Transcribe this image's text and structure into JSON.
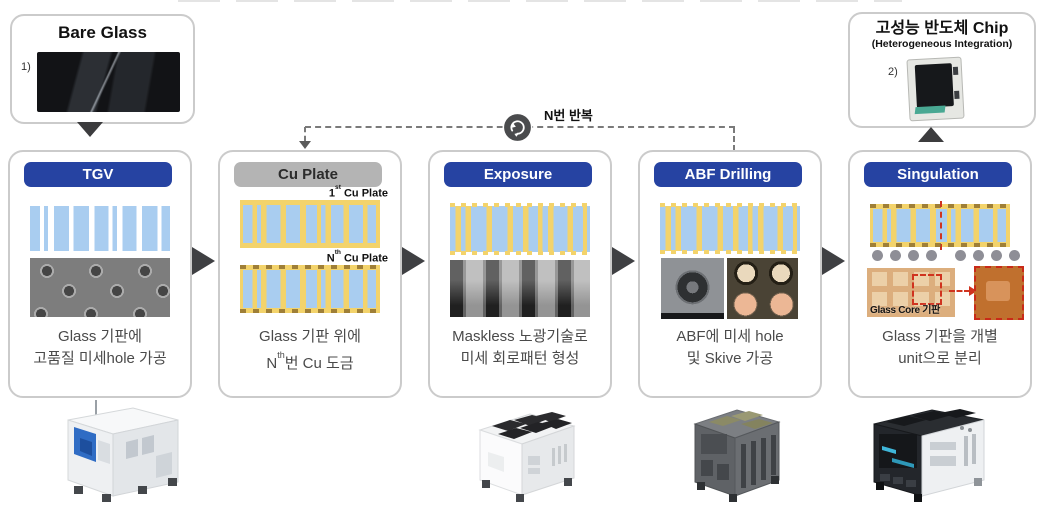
{
  "source_box": {
    "title": "Bare Glass",
    "footnote": "1)"
  },
  "result_box": {
    "title": "고성능 반도체 Chip",
    "subtitle": "(Heterogeneous Integration)",
    "footnote": "2)"
  },
  "loop": {
    "label": "N번 반복",
    "icon": "refresh-circular-arrows-icon"
  },
  "steps": [
    {
      "title": "TGV",
      "header_style": "blue",
      "desc1": "Glass 기판에",
      "desc2": "고품질 미세hole 가공"
    },
    {
      "title": "Cu Plate",
      "header_style": "gray",
      "plate1": {
        "num": "1",
        "sup": "st",
        "rest": " Cu Plate"
      },
      "plateN": {
        "num": "N",
        "sup": "th",
        "rest": " Cu Plate"
      },
      "desc1": "Glass 기판 위에",
      "desc2": {
        "pre": "N",
        "sup": "th",
        "post": "번 Cu 도금"
      }
    },
    {
      "title": "Exposure",
      "header_style": "blue",
      "desc1": "Maskless 노광기술로",
      "desc2": "미세 회로패턴 형성"
    },
    {
      "title": "ABF Drilling",
      "header_style": "blue",
      "desc1": "ABF에 미세 hole",
      "desc2": "및 Skive 가공"
    },
    {
      "title": "Singulation",
      "header_style": "blue",
      "desc1": "Glass 기판을 개별",
      "desc2": "unit으로 분리",
      "photo_label": "Glass Core 기판"
    }
  ],
  "colors": {
    "header_blue": "#2643a2",
    "header_gray": "#b4b4b4",
    "pattern_blue": "#a9cdf0",
    "pattern_yellow": "#f3d36b",
    "highlight_red": "#d0331f",
    "arrow_dark": "#3f4043"
  }
}
